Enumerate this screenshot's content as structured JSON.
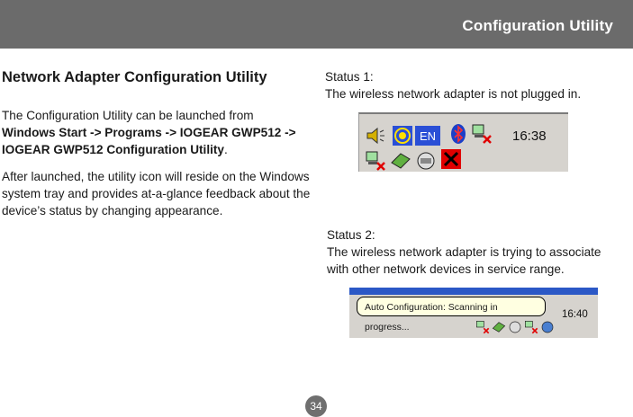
{
  "header": {
    "title": "Configuration Utility"
  },
  "left": {
    "heading": "Network Adapter Configuration Utility",
    "para1_intro": "The Configuration Utility can be launched from",
    "para1_bold": "Windows Start -> Programs -> IOGEAR GWP512 -> IOGEAR GWP512 Configuration Utility",
    "para1_end": ".",
    "para2": "After launched, the utility icon will reside on the Windows system tray and provides at-a-glance feedback about the device’s status by changing appearance."
  },
  "status1": {
    "label": "Status 1:",
    "desc": "The wireless network adapter is not plugged in.",
    "clock": "16:38",
    "icons": [
      "speaker-icon",
      "wireless-signal-icon",
      "en-language-icon",
      "bluetooth-icon",
      "network-disconnected-icon",
      "network-disconnected-icon",
      "security-icon",
      "printer-icon",
      "error-x-icon"
    ]
  },
  "status2": {
    "label": "Status 2:",
    "desc": "The wireless network adapter is trying to associate with other network devices in service range.",
    "tooltip": "Auto Configuration:  Scanning in progress...",
    "clock": "16:40"
  },
  "footer": {
    "page_number": "34"
  }
}
